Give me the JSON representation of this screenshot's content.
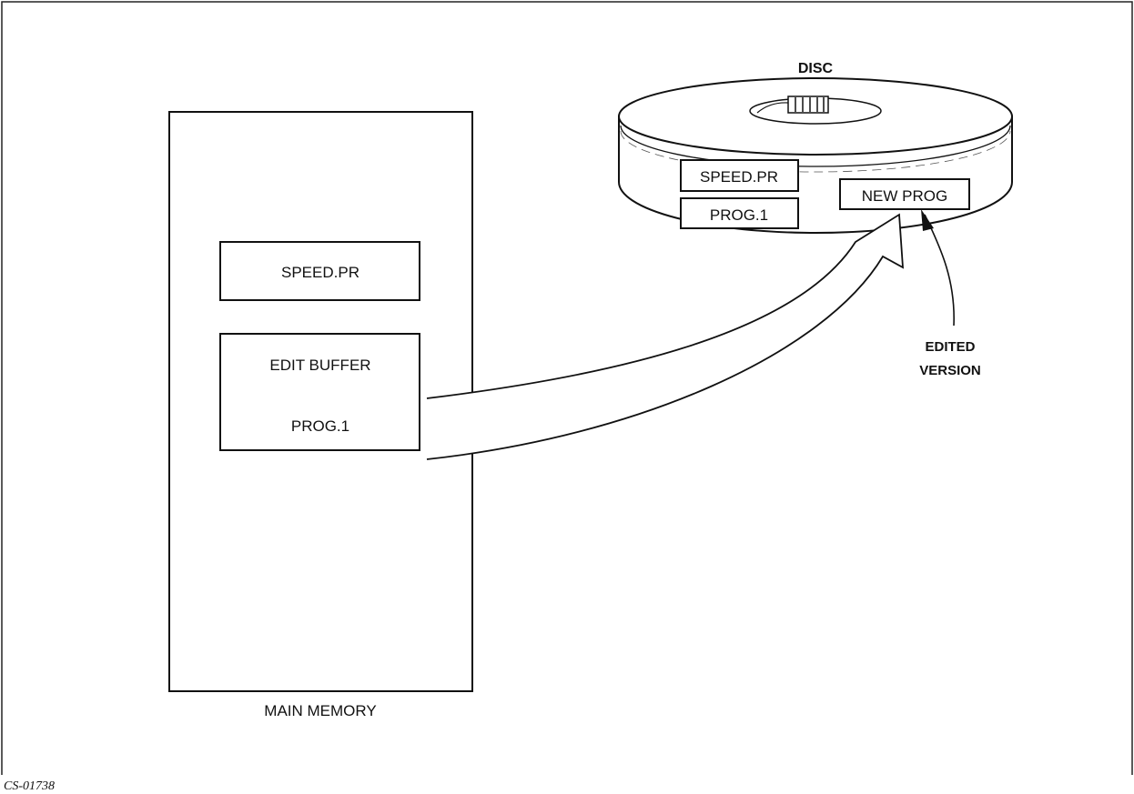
{
  "disc": {
    "title": "DISC",
    "files": [
      "SPEED.PR",
      "PROG.1"
    ],
    "new_file": "NEW PROG"
  },
  "memory": {
    "title": "MAIN MEMORY",
    "program": "SPEED.PR",
    "edit_buffer": {
      "title": "EDIT BUFFER",
      "content": "PROG.1"
    }
  },
  "callout": {
    "line1": "EDITED",
    "line2": "VERSION"
  },
  "figure_id": "CS-01738"
}
